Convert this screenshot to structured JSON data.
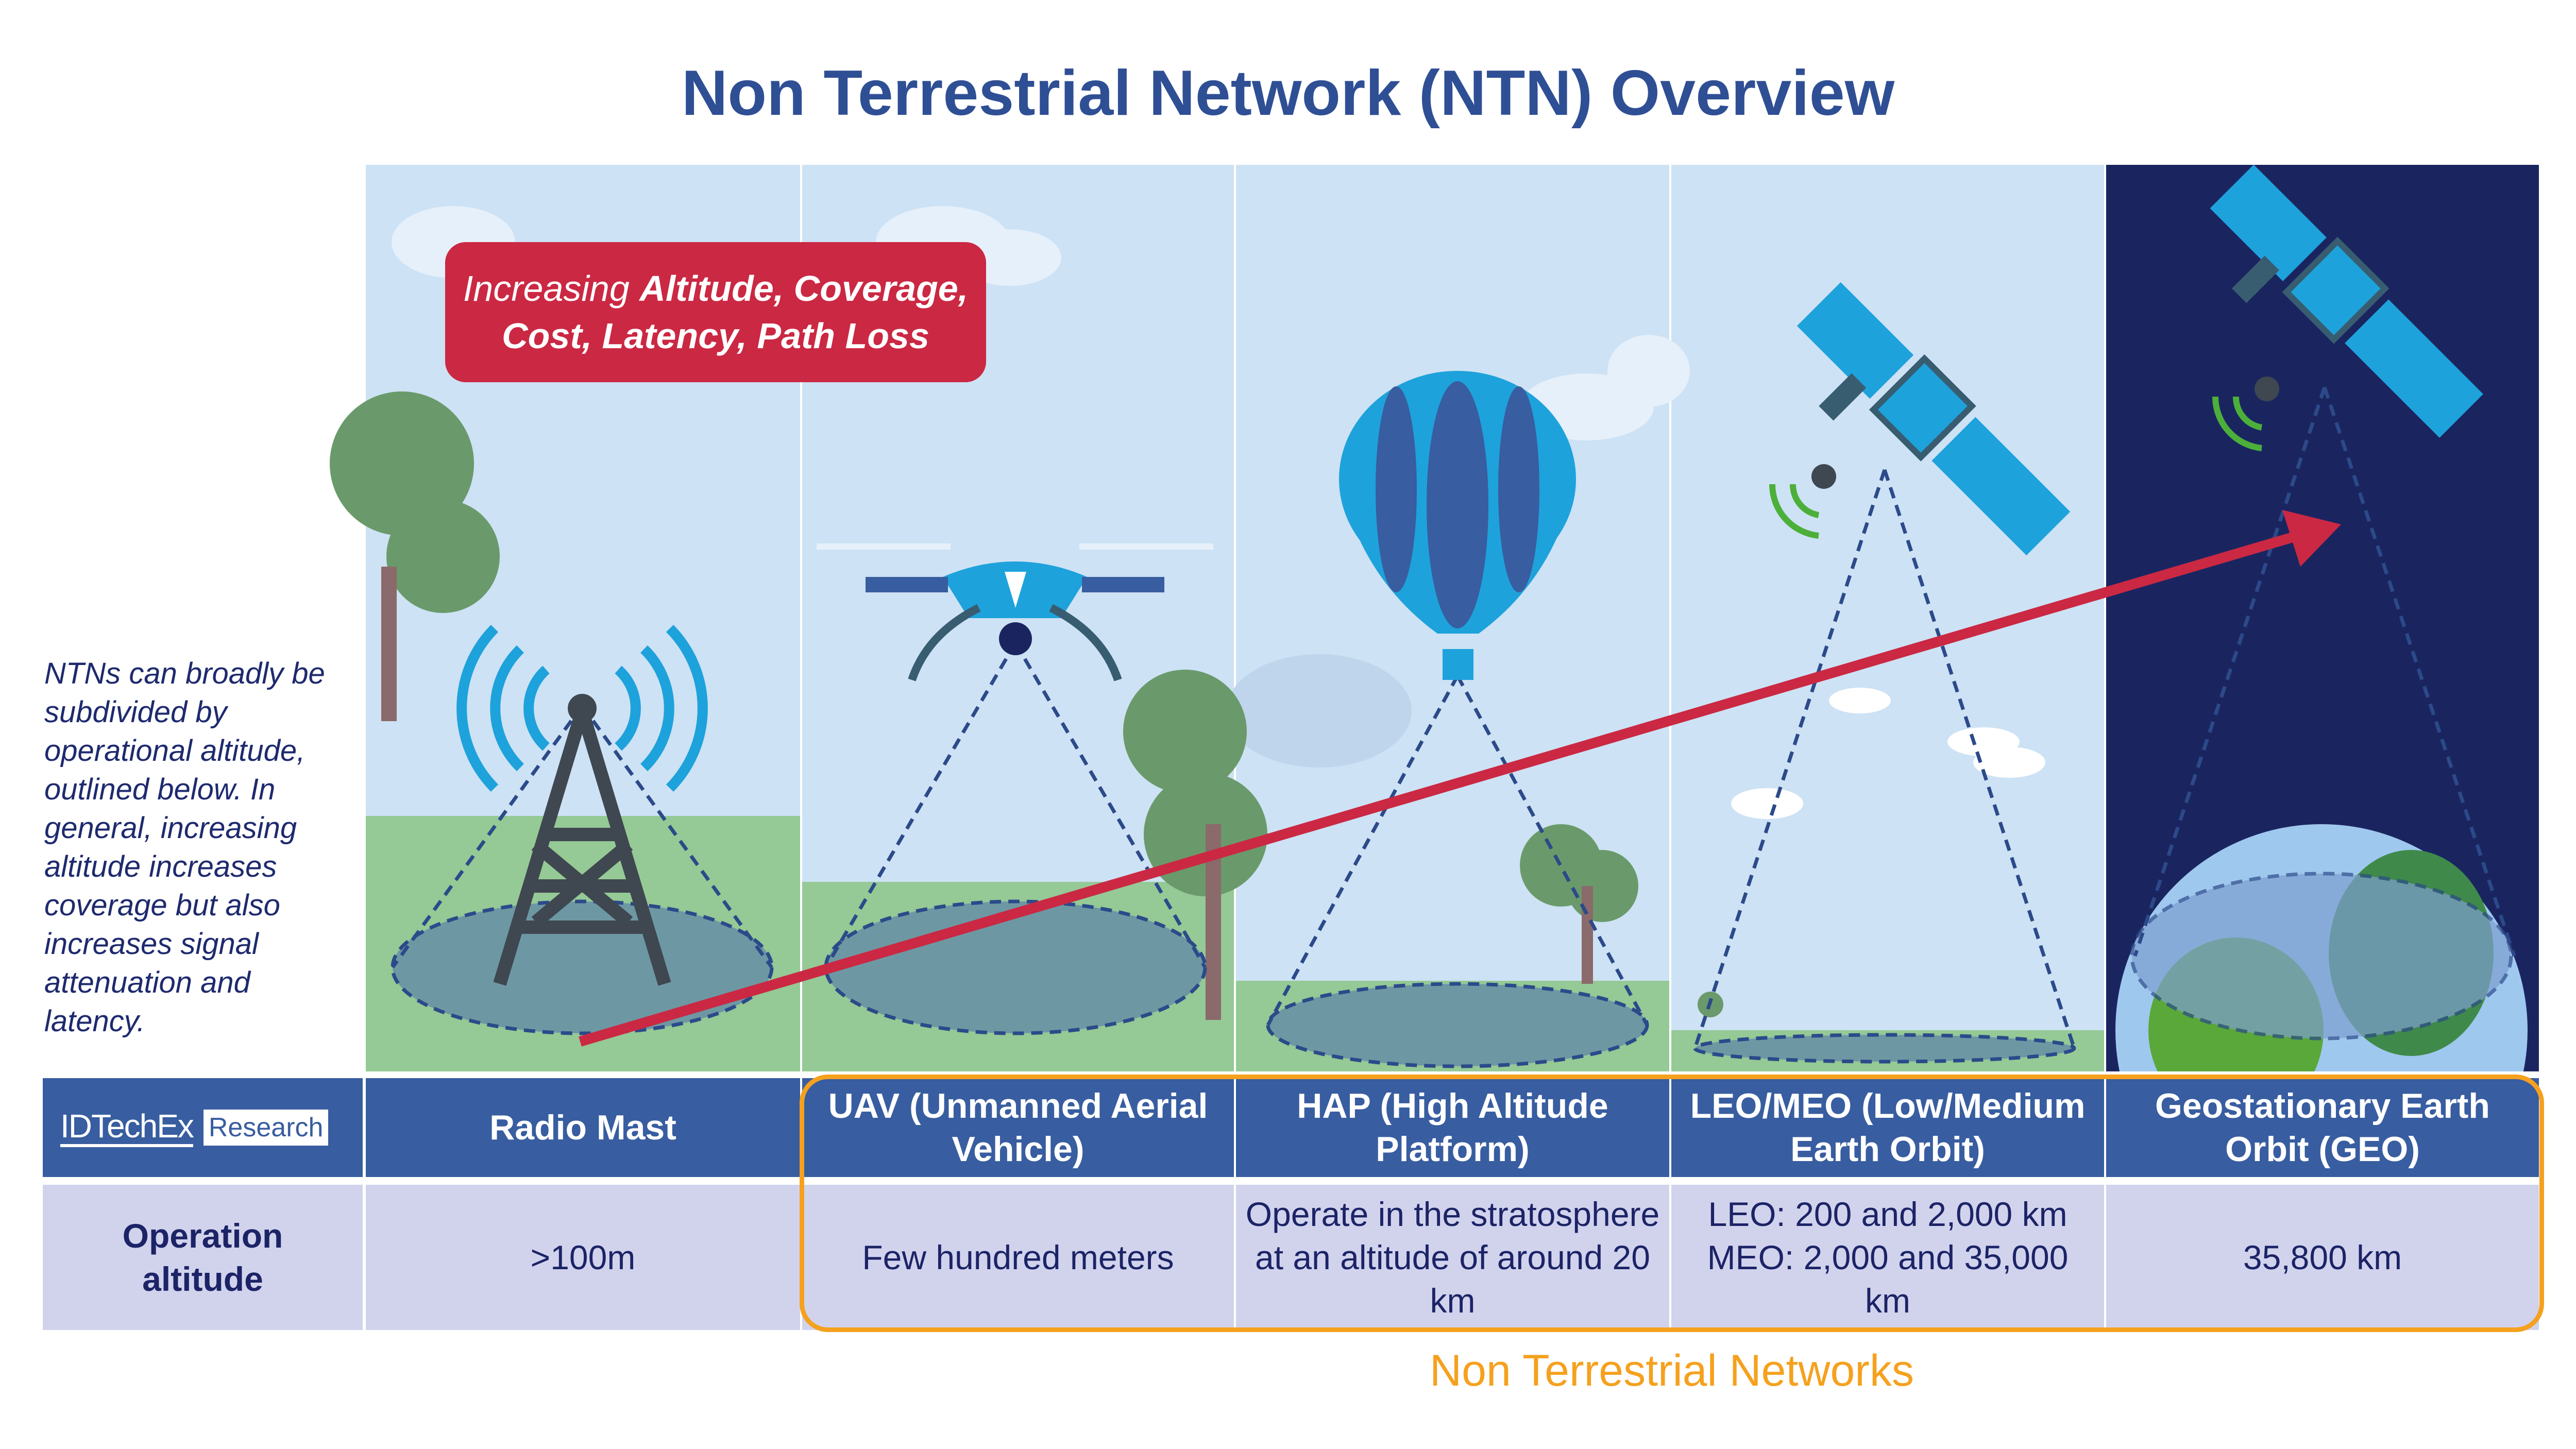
{
  "title": "Non Terrestrial Network (NTN) Overview",
  "side_note": "NTNs can broadly be subdivided by operational altitude, outlined below. In general, increasing altitude increases coverage but also increases signal attenuation and latency.",
  "callout": {
    "line1_prefix": "Increasing ",
    "line1_bold": "Altitude, Coverage,",
    "line2_bold": "Cost, Latency, Path Loss"
  },
  "logo": {
    "main": "IDTechEx",
    "sub": "Research"
  },
  "table": {
    "row_label": "Operation altitude",
    "columns": [
      {
        "header": "Radio Mast",
        "altitude": ">100m"
      },
      {
        "header": "UAV (Unmanned Aerial Vehicle)",
        "altitude": "Few hundred meters"
      },
      {
        "header": "HAP (High Altitude Platform)",
        "altitude": "Operate in the stratosphere at an altitude of around 20 km"
      },
      {
        "header": "LEO/MEO (Low/Medium Earth Orbit)",
        "altitude": "LEO: 200 and 2,000 km MEO: 2,000 and 35,000 km"
      },
      {
        "header": "Geostationary Earth Orbit (GEO)",
        "altitude": "35,800 km"
      }
    ]
  },
  "ntn_label": "Non Terrestrial Networks",
  "colors": {
    "title": "#2f4f95",
    "header": "#385da0",
    "row": "#d1d3ed",
    "accent_red": "#cb2843",
    "ntn_orange": "#f5a11e",
    "sky": "#cde2f4",
    "space": "#1a2560"
  }
}
